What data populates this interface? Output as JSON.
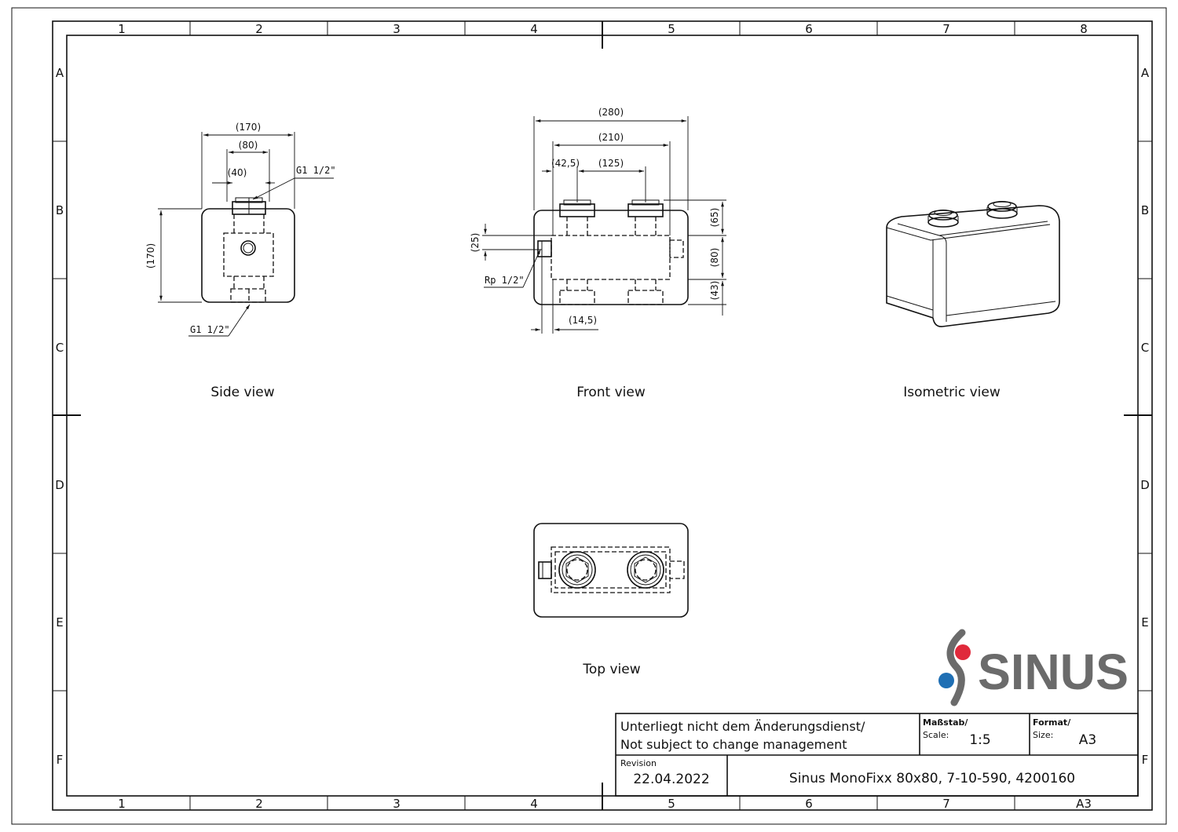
{
  "frame": {
    "top_columns": [
      "1",
      "2",
      "3",
      "4",
      "5",
      "6",
      "7",
      "8"
    ],
    "bottom_columns": [
      "1",
      "2",
      "3",
      "4",
      "5",
      "6",
      "7",
      "A3"
    ],
    "rows": [
      "A",
      "B",
      "C",
      "D",
      "E",
      "F"
    ]
  },
  "views": {
    "side": {
      "caption": "Side view",
      "dims": {
        "w170": "(170)",
        "w80": "(80)",
        "w40": "(40)",
        "h170": "(170)"
      },
      "thread_top": "G1 1/2\"",
      "thread_bottom": "G1 1/2\""
    },
    "front": {
      "caption": "Front view",
      "dims": {
        "w280": "(280)",
        "w210": "(210)",
        "w42": "(42,5)",
        "w125": "(125)",
        "h65": "(65)",
        "h80": "(80)",
        "h43": "(43)",
        "h25": "(25)",
        "w14": "(14,5)"
      },
      "thread_side": "Rp 1/2\""
    },
    "isometric": {
      "caption": "Isometric view"
    },
    "top": {
      "caption": "Top view"
    }
  },
  "logo": {
    "text": "SINUS",
    "colors": {
      "red": "#e0293b",
      "blue": "#1f6fb4",
      "gray": "#6b6b6b"
    }
  },
  "title_block": {
    "note_de": "Unterliegt nicht dem Änderungsdienst/",
    "note_en": "Not subject to change management",
    "scale_label_de": "Maßstab/",
    "scale_label_en": "Scale:",
    "scale_value": "1:5",
    "format_label_de": "Format/",
    "format_label_en": "Size:",
    "format_value": "A3",
    "revision_label": "Revision",
    "revision_value": "22.04.2022",
    "title": "Sinus MonoFixx 80x80, 7-10-590, 4200160"
  }
}
